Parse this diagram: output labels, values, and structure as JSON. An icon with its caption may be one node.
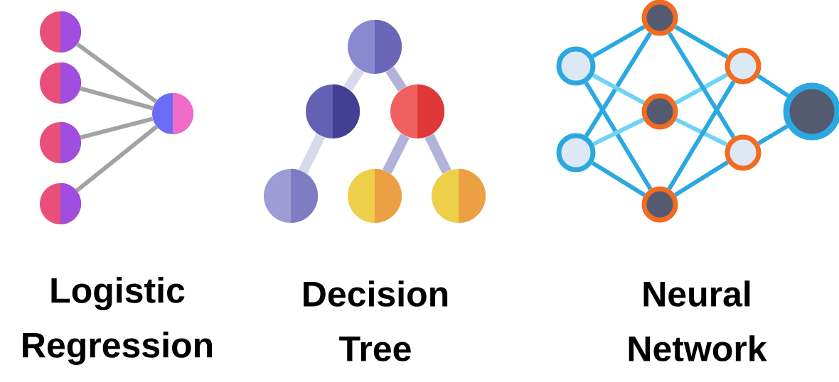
{
  "diagram": {
    "nodes": [
      {
        "text": [],
        "shape": "circle"
      },
      {
        "text": [],
        "shape": "circle"
      },
      {
        "text": [],
        "shape": "circle"
      },
      {
        "text": [],
        "shape": "circle"
      },
      {
        "text": [],
        "shape": "circle"
      },
      {
        "text": [],
        "shape": "circle"
      },
      {
        "text": [],
        "shape": "circle"
      },
      {
        "text": [],
        "shape": "circle"
      },
      {
        "text": [],
        "shape": "circle"
      },
      {
        "text": [],
        "shape": "circle"
      },
      {
        "text": [],
        "shape": "circle"
      },
      {
        "text": [],
        "shape": "circle"
      },
      {
        "text": [],
        "shape": "circle"
      },
      {
        "text": [],
        "shape": "circle"
      },
      {
        "text": [],
        "shape": "circle"
      },
      {
        "text": [],
        "shape": "circle"
      },
      {
        "text": [],
        "shape": "circle"
      },
      {
        "text": [],
        "shape": "circle"
      },
      {
        "text": [],
        "shape": "circle"
      }
    ],
    "edges": [
      {
        "from": 0,
        "to": 4,
        "arrow": "none",
        "color": "#a3a3a3"
      },
      {
        "from": 1,
        "to": 4,
        "arrow": "none",
        "color": "#a3a3a3"
      },
      {
        "from": 2,
        "to": 4,
        "arrow": "none",
        "color": "#a3a3a3"
      },
      {
        "from": 3,
        "to": 4,
        "arrow": "none",
        "color": "#a3a3a3"
      },
      {
        "from": 5,
        "to": 6,
        "arrow": "none",
        "style": "thick",
        "color": "#d9d9ec"
      },
      {
        "from": 5,
        "to": 7,
        "arrow": "none",
        "style": "thick",
        "color": "#b3b3d9"
      },
      {
        "from": 6,
        "to": 8,
        "arrow": "none",
        "style": "thick",
        "color": "#d9d9ec"
      },
      {
        "from": 7,
        "to": 9,
        "arrow": "none",
        "style": "thick",
        "color": "#b3b3d9"
      },
      {
        "from": 7,
        "to": 10,
        "arrow": "none",
        "style": "thick",
        "color": "#b3b3d9"
      },
      {
        "from": 11,
        "to": 13,
        "arrow": "none"
      },
      {
        "from": 11,
        "to": 15,
        "arrow": "none"
      },
      {
        "from": 12,
        "to": 13,
        "arrow": "none"
      },
      {
        "from": 12,
        "to": 15,
        "arrow": "none"
      },
      {
        "from": 11,
        "to": 14,
        "arrow": "none",
        "color": "#6fd3f7"
      },
      {
        "from": 12,
        "to": 14,
        "arrow": "none",
        "color": "#6fd3f7"
      },
      {
        "from": 14,
        "to": 16,
        "arrow": "none",
        "color": "#6fd3f7"
      },
      {
        "from": 14,
        "to": 17,
        "arrow": "none",
        "color": "#6fd3f7"
      },
      {
        "from": 13,
        "to": 16,
        "arrow": "none"
      },
      {
        "from": 13,
        "to": 17,
        "arrow": "none"
      },
      {
        "from": 15,
        "to": 16,
        "arrow": "none"
      },
      {
        "from": 15,
        "to": 17,
        "arrow": "none"
      },
      {
        "from": 16,
        "to": 18,
        "arrow": "none"
      },
      {
        "from": 17,
        "to": 18,
        "arrow": "none"
      }
    ],
    "labels": [
      "Logistic Regression",
      "Decision Tree",
      "Neural Network"
    ]
  }
}
